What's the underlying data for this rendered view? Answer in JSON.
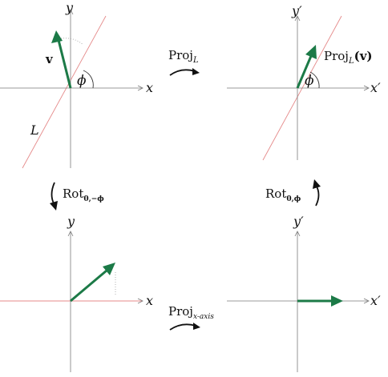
{
  "panels": {
    "top_left": {
      "x_label": "x",
      "y_label": "y",
      "vector_label": "v",
      "angle_label": "ϕ",
      "line_label": "L"
    },
    "top_right": {
      "x_label": "x′",
      "y_label": "y′",
      "angle_label": "ϕ",
      "vector_label": {
        "main": "Proj",
        "sub": "L",
        "arg": "(v)"
      }
    },
    "bottom_left": {
      "x_label": "x",
      "y_label": "y"
    },
    "bottom_right": {
      "x_label": "x′",
      "y_label": "y′"
    }
  },
  "transforms": {
    "top": {
      "main": "Proj",
      "sub": "L"
    },
    "bottom": {
      "main": "Proj",
      "sub": "x-axis"
    },
    "left": {
      "main": "Rot",
      "sub": "0,−ϕ"
    },
    "right": {
      "main": "Rot",
      "sub": "0,ϕ"
    }
  },
  "colors": {
    "vector": "#1c7a47",
    "line": "#e58a8a",
    "axis": "#7a7a7a"
  }
}
